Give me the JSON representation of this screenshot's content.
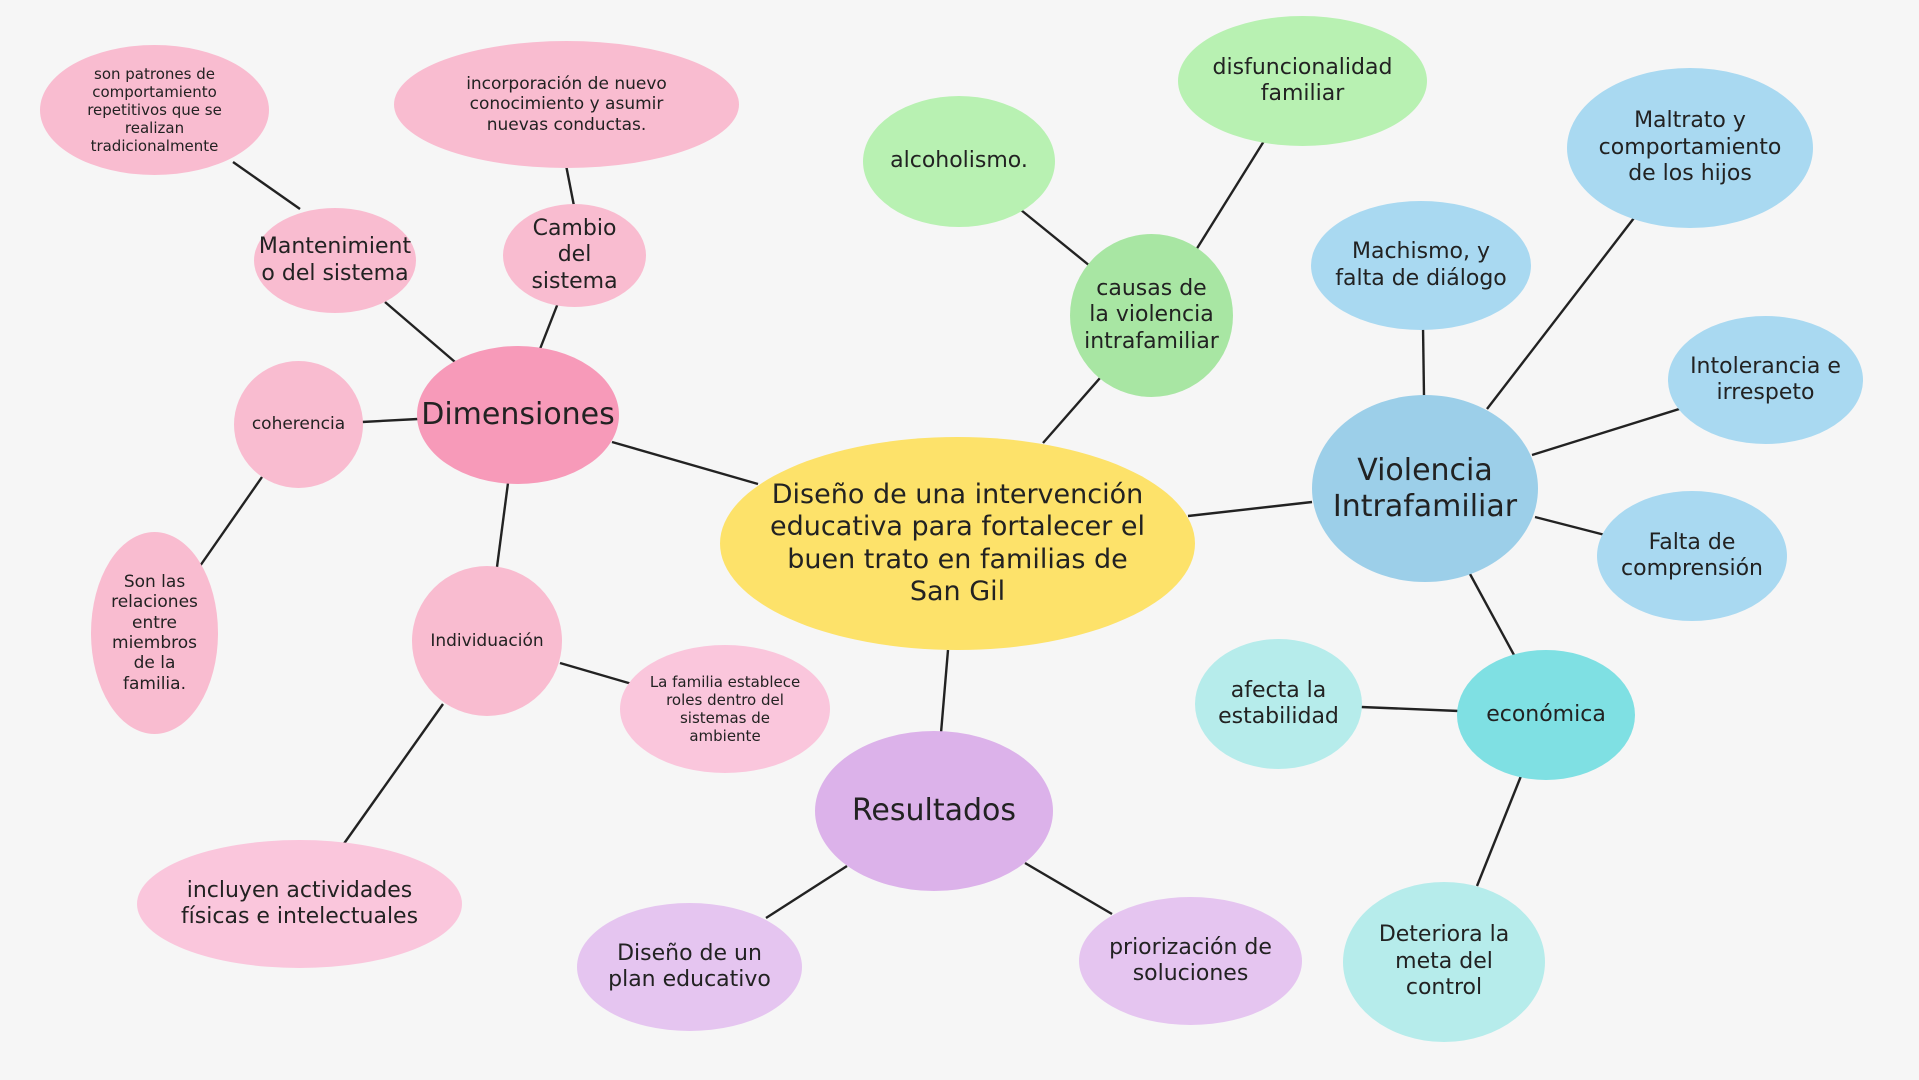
{
  "nodes": {
    "center": "Diseño de una intervención educativa para fortalecer el buen trato en familias de San Gil",
    "dimensiones": "Dimensiones",
    "mantenimiento": "Mantenimient o del sistema",
    "patrones": "son patrones de comportamiento repetitivos que se realizan tradicionalmente",
    "cambio": "Cambio del sistema",
    "incorporacion": "incorporación de nuevo conocimiento y asumir nuevas conductas.",
    "coherencia": "coherencia",
    "relaciones": "Son las relaciones entre miembros de la familia.",
    "individuacion": "Individuación",
    "roles": "La familia establece roles dentro del sistemas de ambiente",
    "actividades": "incluyen actividades físicas e intelectuales",
    "causas": "causas de la violencia intrafamiliar",
    "alcoholismo": "alcoholismo.",
    "disfuncionalidad": "disfuncionalidad familiar",
    "violencia": "Violencia Intrafamiliar",
    "machismo": "Machismo, y falta de diálogo",
    "maltrato": "Maltrato y comportamiento de los hijos",
    "intolerancia": "Intolerancia e irrespeto",
    "falta_comprension": "Falta de comprensión",
    "economica": "económica",
    "afecta": "afecta la estabilidad",
    "deteriora": "Deteriora la meta del control",
    "resultados": "Resultados",
    "plan": "Diseño de un plan educativo",
    "priorizacion": "priorización de soluciones"
  },
  "colors": {
    "background": "#f6f6f6",
    "center": "#fde26a",
    "dimensiones_hub": "#f79ab9",
    "dimensiones_leaf": "#f9bcd0",
    "causas_hub": "#a8e6a3",
    "causas_leaf": "#b8f1b2",
    "violencia_hub": "#9ccfe9",
    "violencia_leaf": "#a9d9f1",
    "economica_hub": "#7fe0e3",
    "economica_leaf": "#b6eceb",
    "resultados_hub": "#dcb2ea",
    "resultados_leaf": "#e5c5f0",
    "edge": "#222222"
  }
}
